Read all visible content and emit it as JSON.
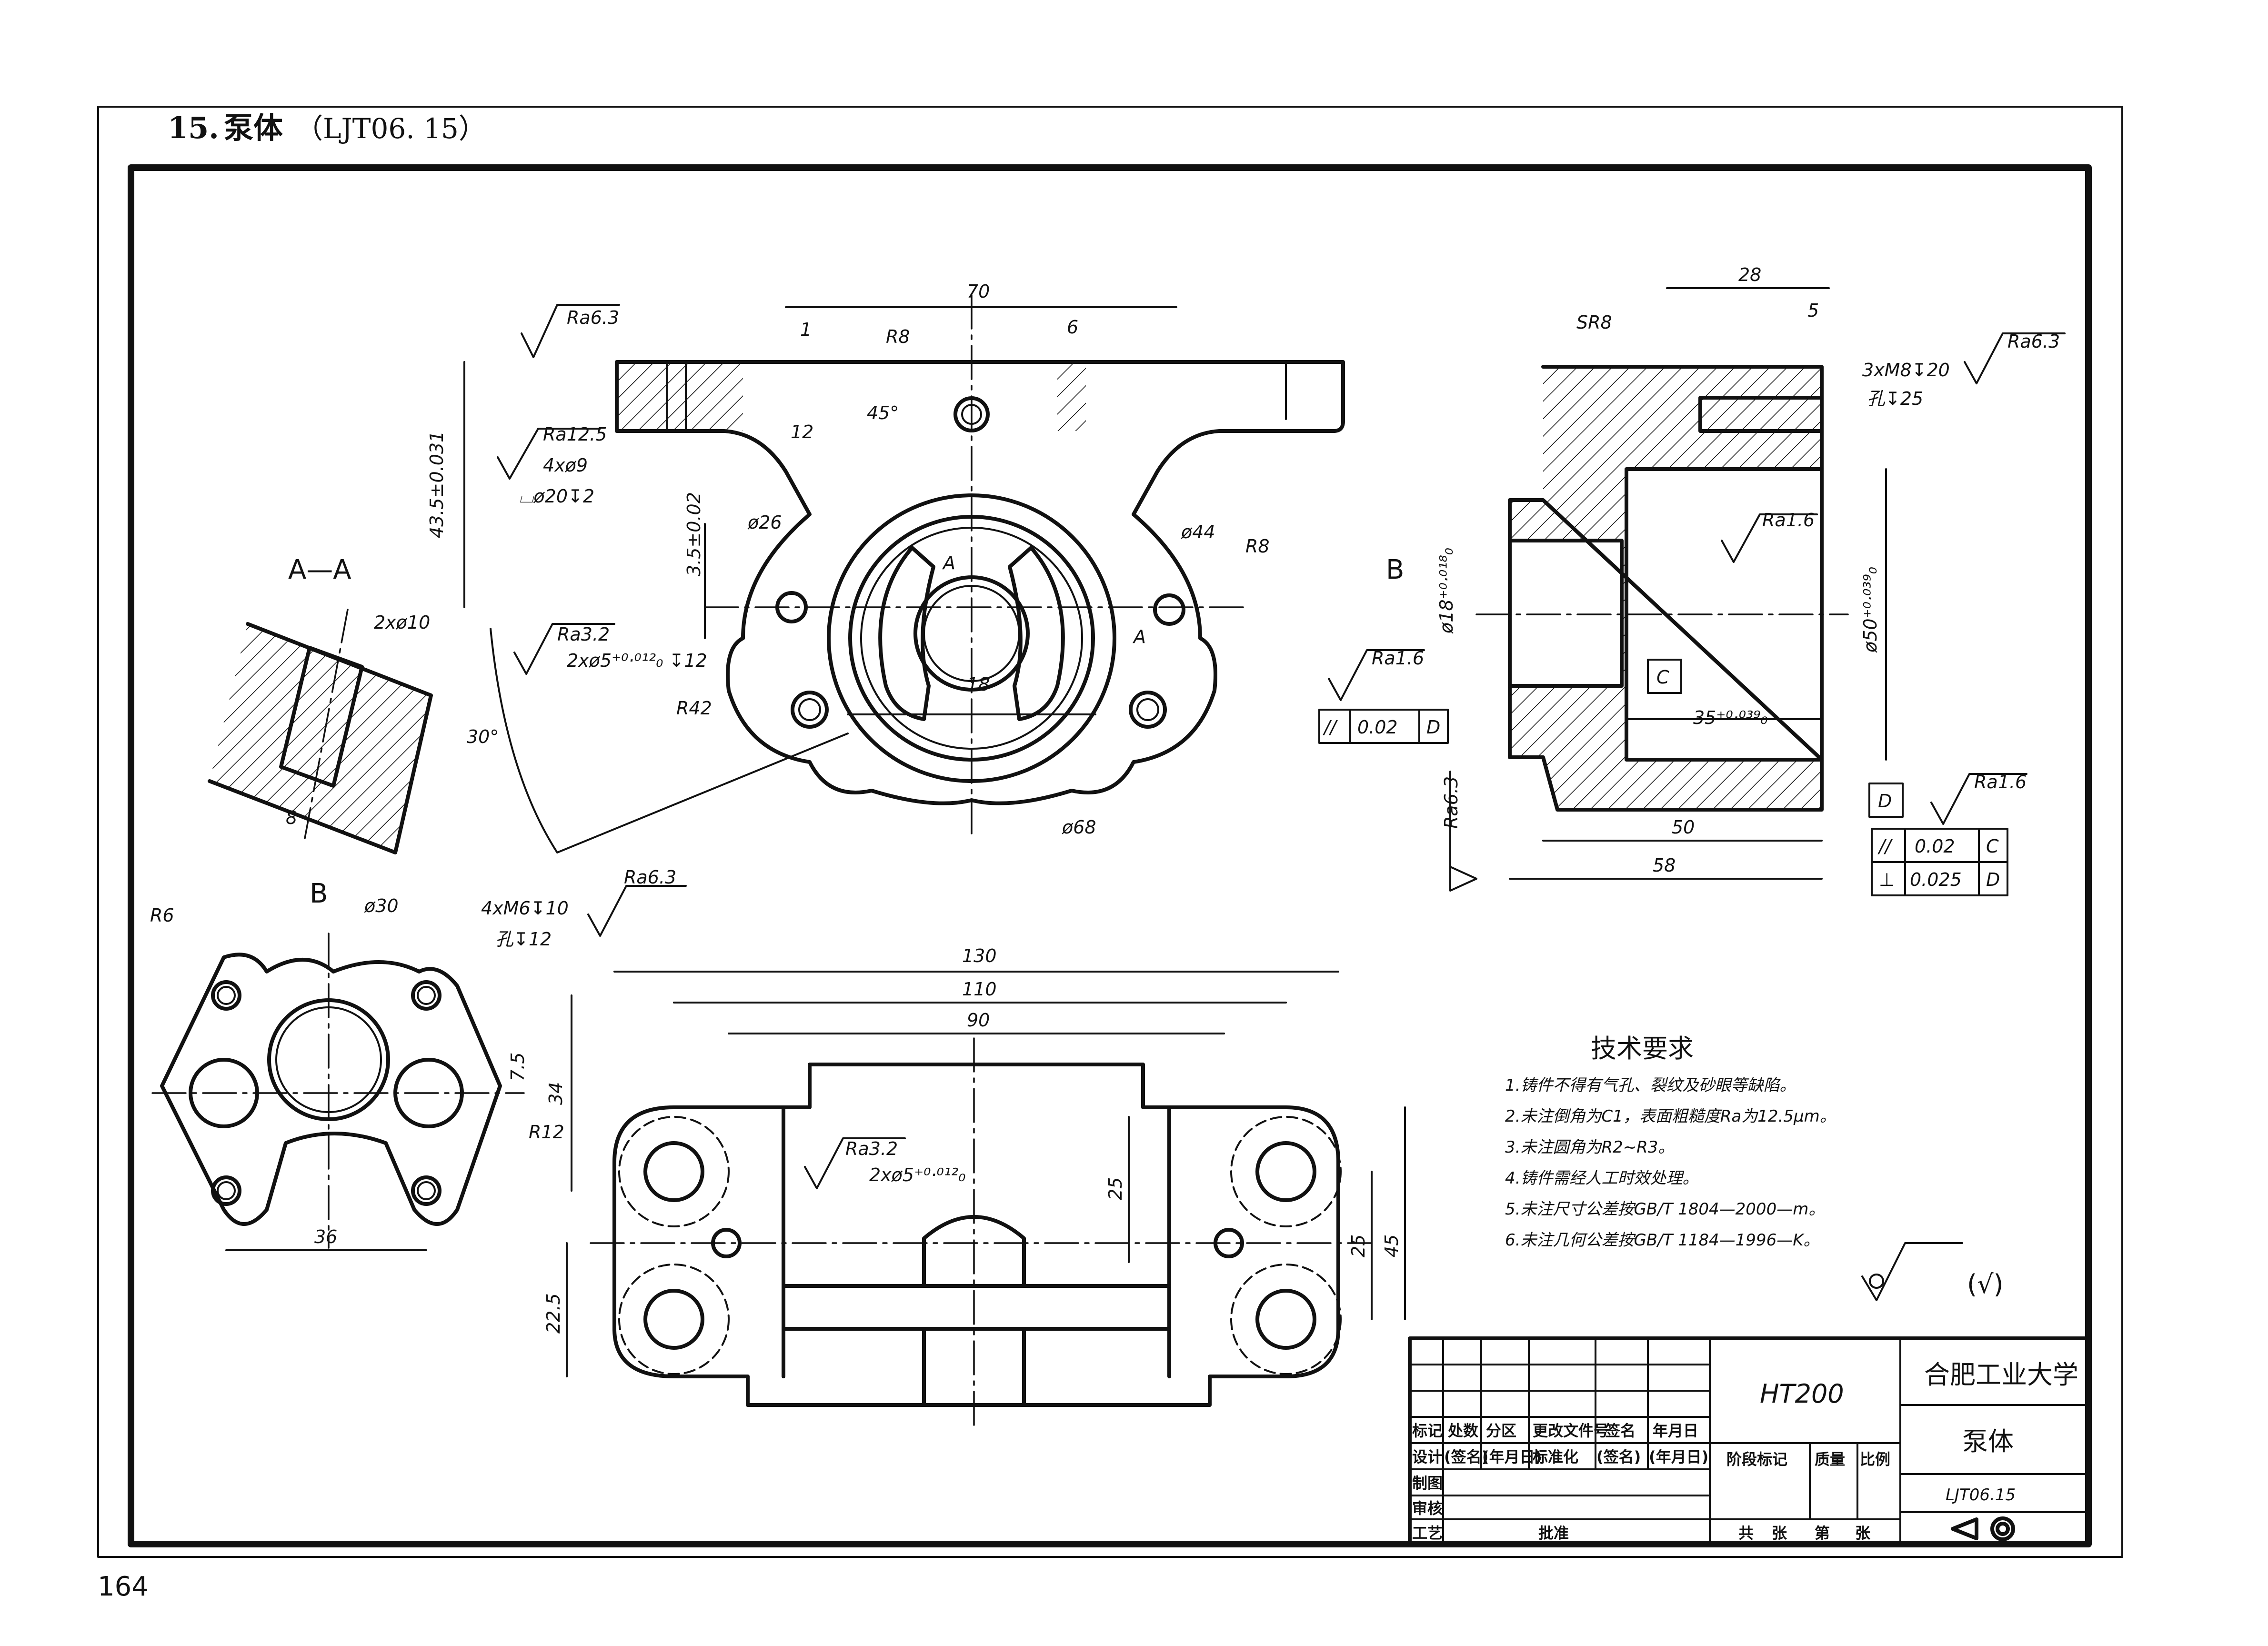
{
  "header": {
    "number": "15.",
    "title": "泵体",
    "code": "（LJT06. 15）"
  },
  "page_number": "164",
  "views": {
    "section_aa": "A—A",
    "view_b": "B",
    "arrow_a_top": "A",
    "arrow_a_right": "A",
    "arrow_b": "B"
  },
  "dimensions": {
    "d70": "70",
    "d6": "6",
    "d1": "1",
    "r8": "R8",
    "d12": "12",
    "a45": "45°",
    "d43_5": "43.5±0.031",
    "d3_5": "3.5±0.02",
    "phi26": "ø26",
    "phi44": "ø44",
    "r8b": "R8",
    "d18": "18",
    "r42": "R42",
    "phi68": "ø68",
    "a30": "30°",
    "holes_4x9": "4xø9",
    "cbore": "⌴ø20↧2",
    "holes_2x10": "2xø10",
    "d8": "8",
    "pin_holes": "2xø5⁺⁰·⁰¹²₀ ↧12",
    "d28": "28",
    "d5": "5",
    "sr8": "SR8",
    "thread_3m8": "3xM8↧20",
    "hole_depth_25": "孔↧25",
    "phi18": "ø18⁺⁰·⁰¹⁸₀",
    "phi50": "ø50⁺⁰·⁰³⁹₀",
    "d35": "35⁺⁰·⁰³⁹₀",
    "d50": "50",
    "d58": "58",
    "r6": "R6",
    "phi30": "ø30",
    "thread_4m6": "4xM6↧10",
    "hole_depth_12": "孔↧12",
    "d7_5": "7.5",
    "d34": "34",
    "r12": "R12",
    "d36": "36",
    "d130": "130",
    "d110": "110",
    "d90": "90",
    "d25a": "25",
    "d25b": "25",
    "d45": "45",
    "d22_5": "22.5",
    "pin_holes_b": "2xø5⁺⁰·⁰¹²₀"
  },
  "roughness": {
    "ra63_top": "Ra6.3",
    "ra125": "Ra12.5",
    "ra32_a": "Ra3.2",
    "ra63_right": "Ra6.3",
    "ra16_bore": "Ra1.6",
    "ra16_left": "Ra1.6",
    "ra63_side": "Ra6.3",
    "ra16_right": "Ra1.6",
    "ra63_b": "Ra6.3",
    "ra32_b": "Ra3.2"
  },
  "tolerances": {
    "parallel_left": {
      "symbol": "//",
      "value": "0.02",
      "datum": "D"
    },
    "datum_c": "C",
    "datum_d": "D",
    "parallel_right": {
      "symbol": "//",
      "value": "0.02",
      "datum": "C"
    },
    "perp_right": {
      "symbol": "⊥",
      "value": "0.025",
      "datum": "D"
    }
  },
  "tech_requirements": {
    "title": "技术要求",
    "items": [
      "1.铸件不得有气孔、裂纹及砂眼等缺陷。",
      "2.未注倒角为C1，表面粗糙度Ra为12.5μm。",
      "3.未注圆角为R2~R3。",
      "4.铸件需经人工时效处理。",
      "5.未注尺寸公差按GB/T 1804—2000—m。",
      "6.未注几何公差按GB/T 1184—1996—K。"
    ],
    "general_roughness": "(√)"
  },
  "title_block": {
    "material": "HT200",
    "school": "合肥工业大学",
    "part_name": "泵体",
    "drawing_no": "LJT06.15",
    "row_headers": [
      "标记",
      "处数",
      "分区",
      "更改文件号",
      "签名",
      "年月日"
    ],
    "design_row": [
      "设计",
      "(签名)",
      "(年月日)",
      "标准化",
      "(签名)",
      "(年月日)"
    ],
    "labels": [
      "制图",
      "审核",
      "工艺",
      "批准"
    ],
    "stage": "阶段标记",
    "mass": "质量",
    "scale": "比例",
    "sheets": [
      "共",
      "张",
      "第",
      "张"
    ]
  }
}
